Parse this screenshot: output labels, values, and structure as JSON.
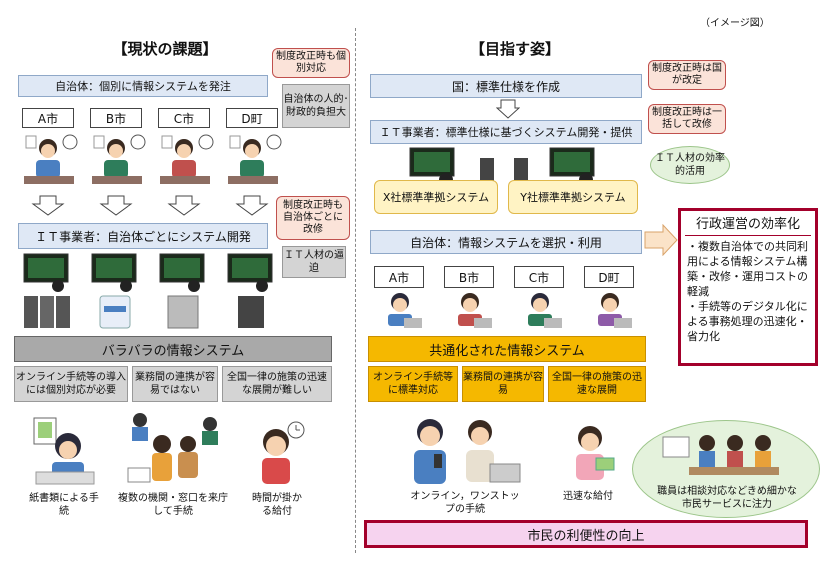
{
  "image_label": "（イメージ図）",
  "left": {
    "title": "【現状の課題】",
    "municipality_box": "自治体：個別に情報システムを発注",
    "callout_revision": "制度改正時も個別対応",
    "burden_box": "自治体の人的･財政的負担大",
    "cities": [
      "A市",
      "B市",
      "C市",
      "D町"
    ],
    "callout_each": "制度改正時も自治体ごとに改修",
    "it_box": "ＩＴ事業者：自治体ごとにシステム開発",
    "it_people": "ＩＴ人材の逼迫",
    "scattered": "バラバラの情報システム",
    "issues": [
      "オンライン手続等の導入には個別対応が必要",
      "業務間の連携が容易ではない",
      "全国一律の施策の迅速な展開が難しい"
    ],
    "captions": [
      "紙書類による手続",
      "複数の機関・窓口を来庁して手続",
      "時間が掛かる給付"
    ]
  },
  "right": {
    "title": "【目指す姿】",
    "national_box": "国：標準仕様を作成",
    "callout_national": "制度改正時は国が改定",
    "it_box": "ＩＴ事業者：標準仕様に基づくシステム開発・提供",
    "callout_batch": "制度改正時は一括して改修",
    "it_efficient": "ＩＴ人材の効率的活用",
    "system_x": "X社標準準拠システム",
    "system_y": "Y社標準準拠システム",
    "municipality_box": "自治体：情報システムを選択・利用",
    "cities": [
      "A市",
      "B市",
      "C市",
      "D町"
    ],
    "common": "共通化された情報システム",
    "benefits": [
      "オンライン手続等に標準対応",
      "業務間の連携が容易",
      "全国一律の施策の迅速な展開"
    ],
    "admin": {
      "title": "行政運営の効率化",
      "items": [
        "・複数自治体での共同利用による情報システム構築・改修・運用コストの軽減",
        "・手続等のデジタル化による事務処理の迅速化・省力化"
      ]
    },
    "captions": [
      "オンライン，ワンストップの手続",
      "迅速な給付"
    ],
    "staff_note": "職員は相談対応などきめ細かな市民サービスに注力",
    "citizen": "市民の利便性の向上"
  },
  "colors": {
    "admin_border": "#a3002b",
    "citizen_fill": "#f6d3ef",
    "common_fill": "#f5b800"
  }
}
